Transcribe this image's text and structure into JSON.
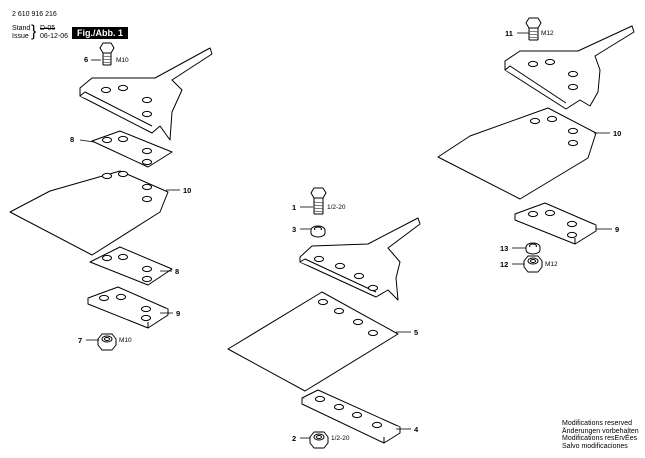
{
  "header": {
    "doc_number": "2 610 916 216",
    "stand_label": "Stand",
    "stand_value": "D-05",
    "issue_label": "Issue",
    "issue_value": "06-12-06",
    "figure_label": "Fig./Abb. 1"
  },
  "callouts": {
    "c6": "6",
    "c8a": "8",
    "c10a": "10",
    "c8b": "8",
    "c9a": "9",
    "c7": "7",
    "c1": "1",
    "c3": "3",
    "c5": "5",
    "c4": "4",
    "c2": "2",
    "c11": "11",
    "c10b": "10",
    "c9b": "9",
    "c13": "13",
    "c12": "12"
  },
  "specs": {
    "s6": "M10",
    "s7": "M10",
    "s1": "1/2-20",
    "s2": "1/2-20",
    "s11": "M12",
    "s12": "M12"
  },
  "notes": [
    "Modifications reserved",
    "Änderungen vorbehalten",
    "Modifications resErvÉes",
    "Salvo modificaciones"
  ]
}
